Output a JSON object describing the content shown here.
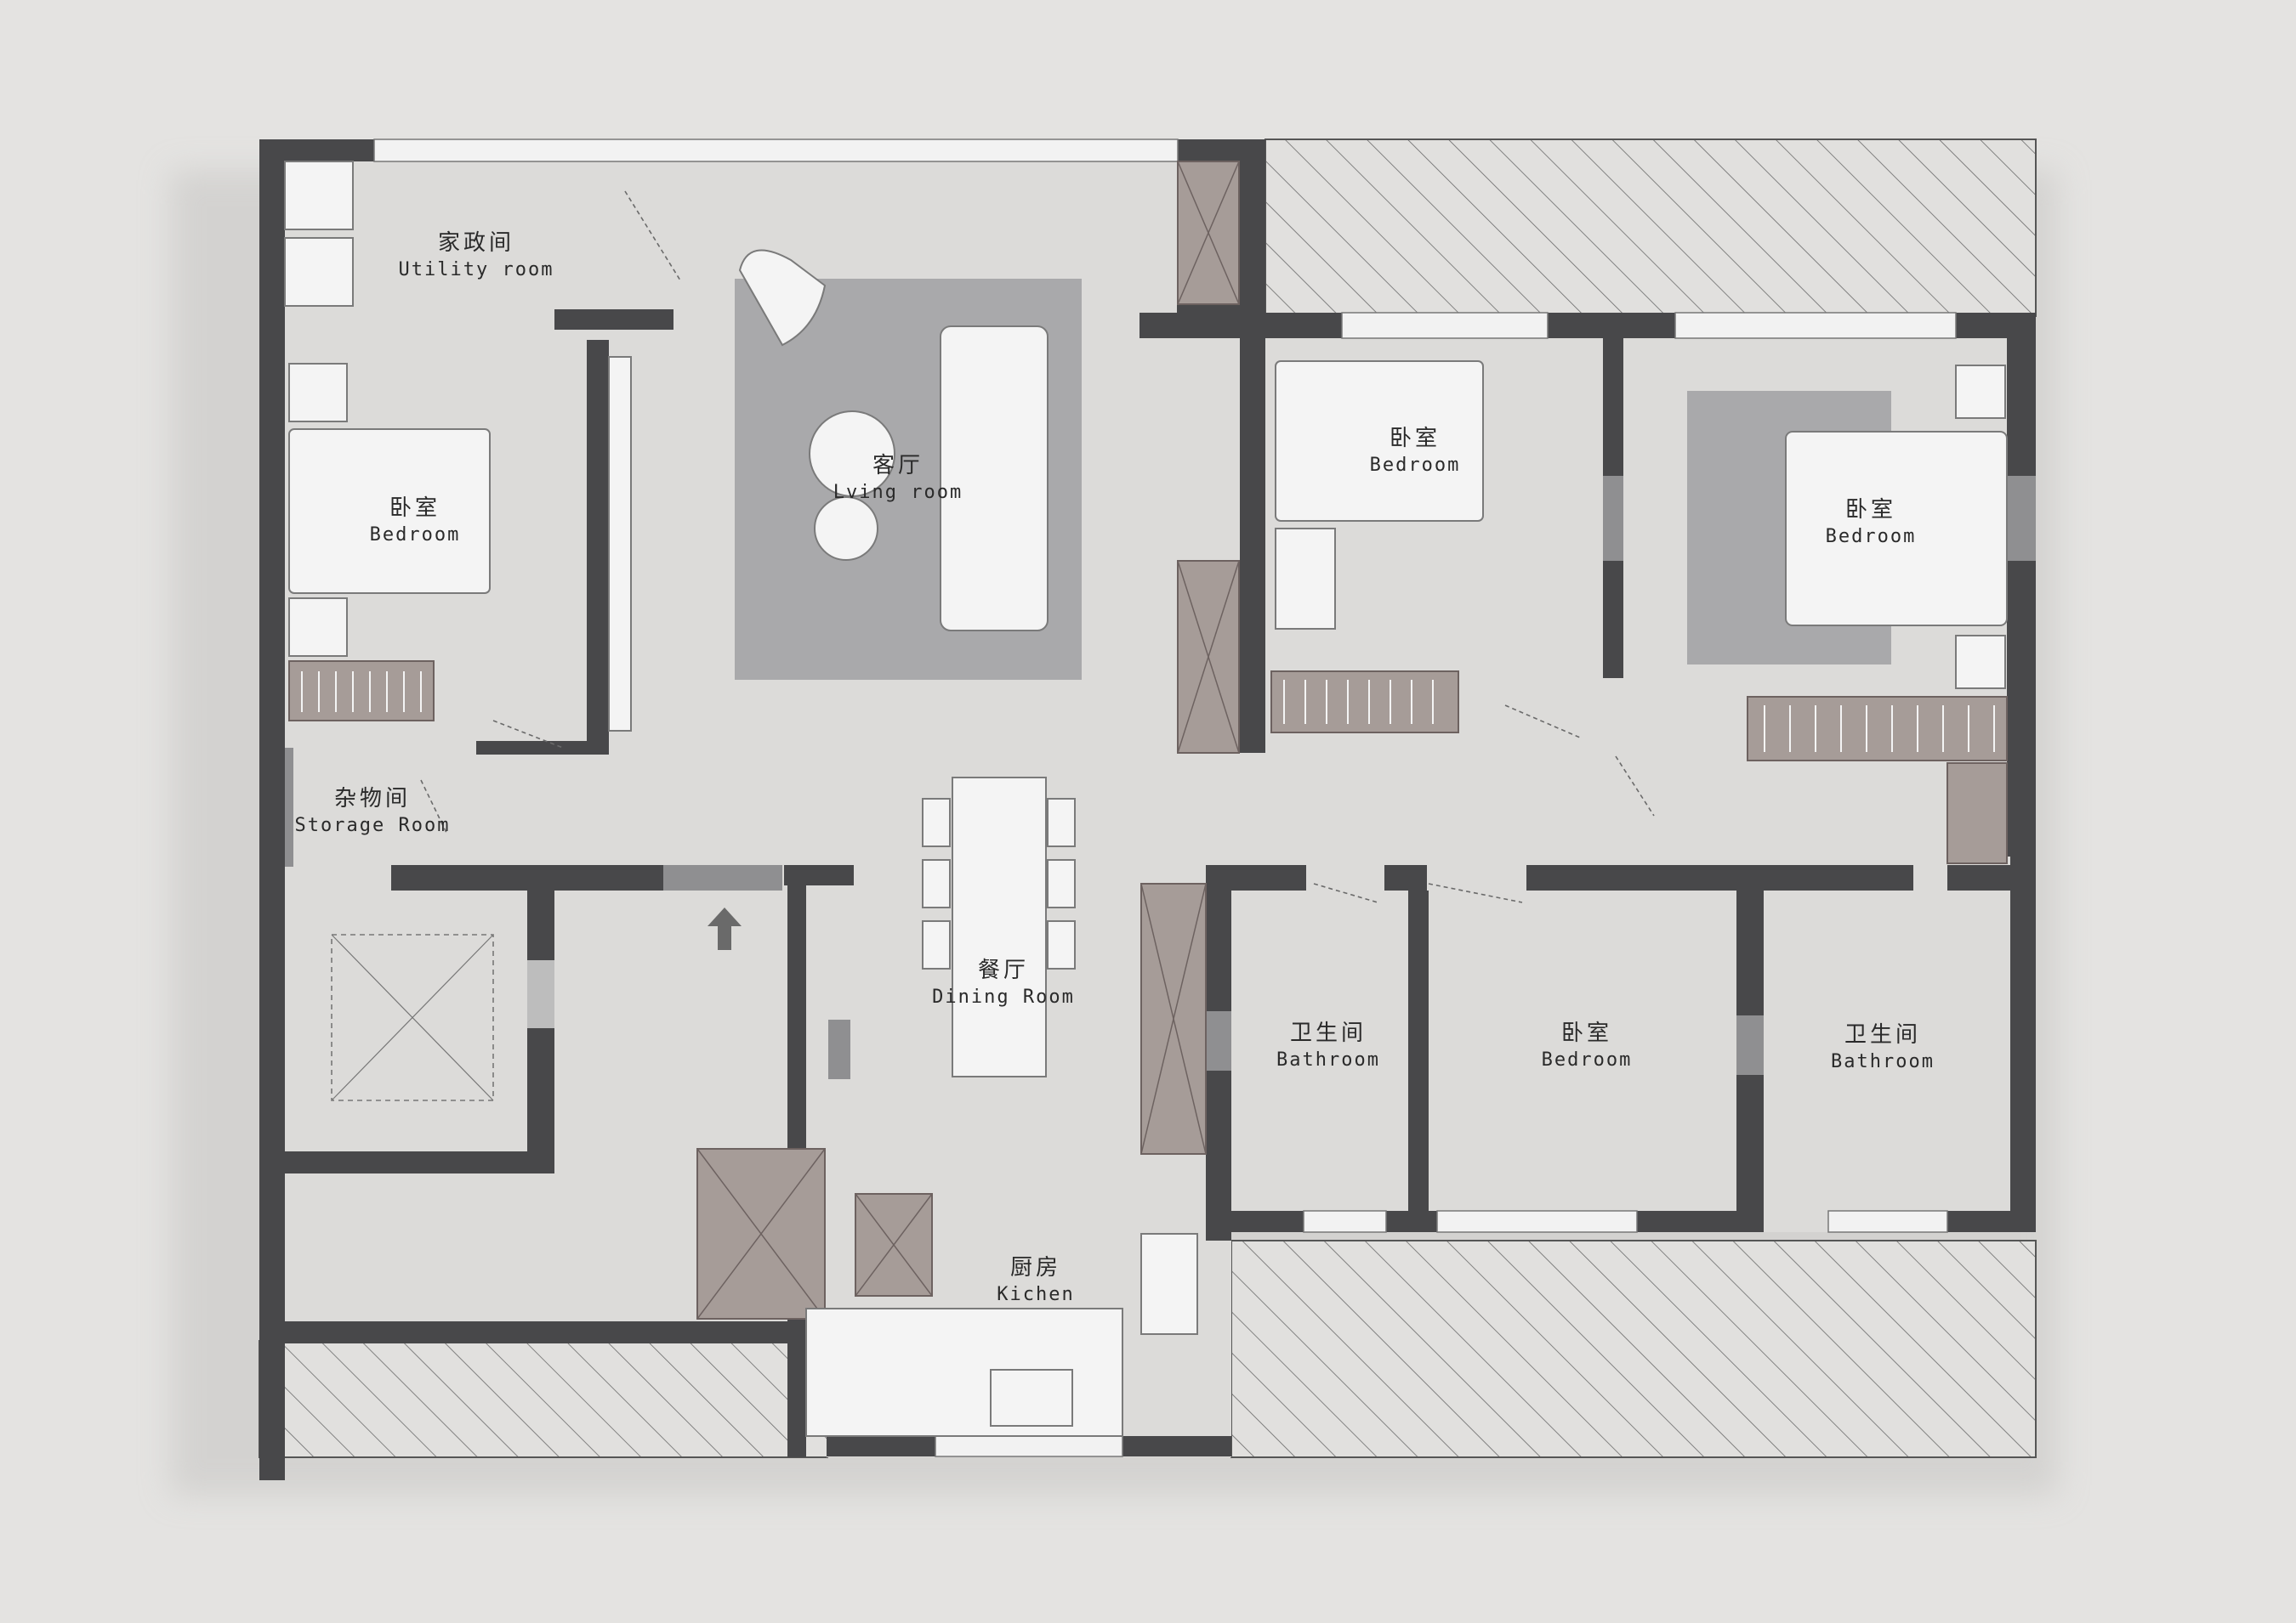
{
  "rooms": {
    "utility": {
      "zh": "家政间",
      "en": "Utility room"
    },
    "bedroom_west": {
      "zh": "卧室",
      "en": "Bedroom"
    },
    "storage": {
      "zh": "杂物间",
      "en": "Storage Room"
    },
    "living": {
      "zh": "客厅",
      "en": "Lving room"
    },
    "dining": {
      "zh": "餐厅",
      "en": "Dining Room"
    },
    "kitchen": {
      "zh": "厨房",
      "en": "Kichen"
    },
    "bedroom_north": {
      "zh": "卧室",
      "en": "Bedroom"
    },
    "bedroom_master": {
      "zh": "卧室",
      "en": "Bedroom"
    },
    "bathroom_1": {
      "zh": "卫生间",
      "en": "Bathroom"
    },
    "bedroom_south": {
      "zh": "卧室",
      "en": "Bedroom"
    },
    "bathroom_2": {
      "zh": "卫生间",
      "en": "Bathroom"
    }
  },
  "colors": {
    "background": "#e4e3e1",
    "floor": "#dcdbd9",
    "wall": "#4a4a4c",
    "rug": "#a8a8aa",
    "cabinet": "#a69c98",
    "furniture": "#f4f4f4"
  }
}
